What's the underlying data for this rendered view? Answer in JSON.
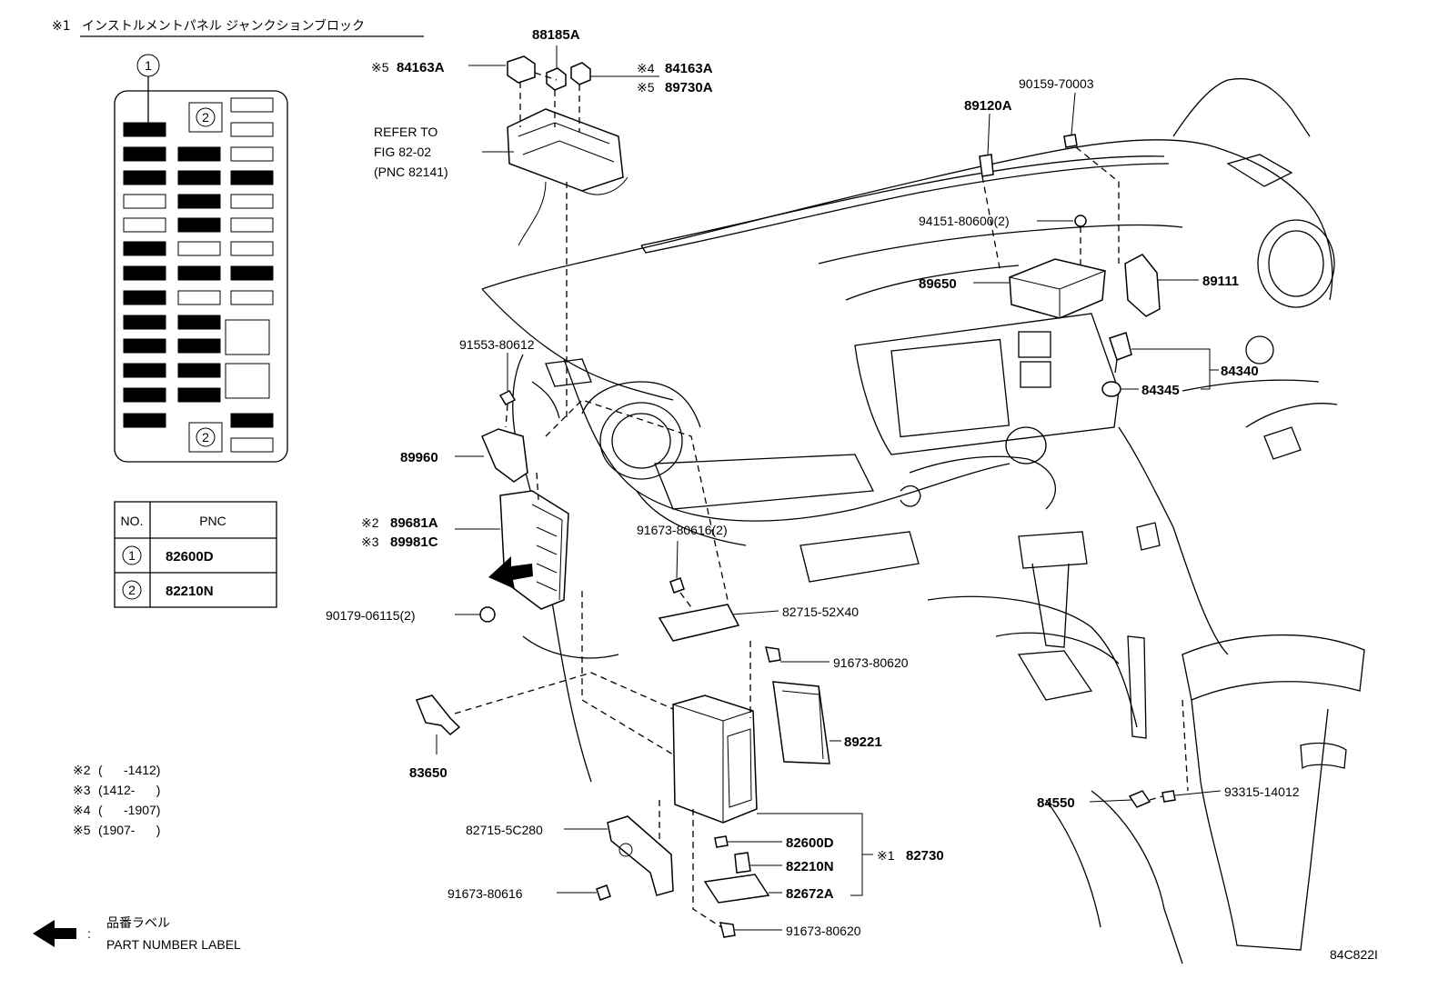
{
  "header": {
    "mark": "※1",
    "title": "インストルメントパネル ジャンクションブロック"
  },
  "junction_block": {
    "callout_main": "1",
    "callout_sub": "2"
  },
  "pnc_table": {
    "col_no": "NO.",
    "col_pnc": "PNC",
    "rows": [
      {
        "no": "1",
        "pnc": "82600D"
      },
      {
        "no": "2",
        "pnc": "82210N"
      }
    ]
  },
  "notes": [
    {
      "mark": "※2",
      "range": "(      -1412)"
    },
    {
      "mark": "※3",
      "range": "(1412-      )"
    },
    {
      "mark": "※4",
      "range": "(      -1907)"
    },
    {
      "mark": "※5",
      "range": "(1907-      )"
    }
  ],
  "legend": {
    "colon": ":",
    "jp": "品番ラベル",
    "en": "PART NUMBER LABEL"
  },
  "refer": {
    "line1": "REFER TO",
    "line2": "FIG 82-02",
    "line3": "(PNC 82141)"
  },
  "parts": {
    "p88185A": "88185A",
    "p84163A_left": "84163A",
    "mark_left": "※5",
    "p84163A_right": "84163A",
    "mark_right_4": "※4",
    "p89730A": "89730A",
    "mark_right_5": "※5",
    "p90159": "90159-70003",
    "p89120A": "89120A",
    "p94151": "94151-80600(2)",
    "p89650": "89650",
    "p89111": "89111",
    "p91553": "91553-80612",
    "p84340": "84340",
    "p84345": "84345",
    "p89960": "89960",
    "p89681A": "89681A",
    "mark_89681A": "※2",
    "p89981C": "89981C",
    "mark_89981C": "※3",
    "p91673_80616_2": "91673-80616(2)",
    "p90179": "90179-06115(2)",
    "p82715_52X40": "82715-52X40",
    "p91673_80620_a": "91673-80620",
    "p89221": "89221",
    "p83650": "83650",
    "p84550": "84550",
    "p93315": "93315-14012",
    "p82715_5C280": "82715-5C280",
    "p82600D": "82600D",
    "p82210N": "82210N",
    "p82672A": "82672A",
    "mark_82730": "※1",
    "p82730": "82730",
    "p91673_80616": "91673-80616",
    "p91673_80620_b": "91673-80620"
  },
  "figure_id": "84C822I"
}
